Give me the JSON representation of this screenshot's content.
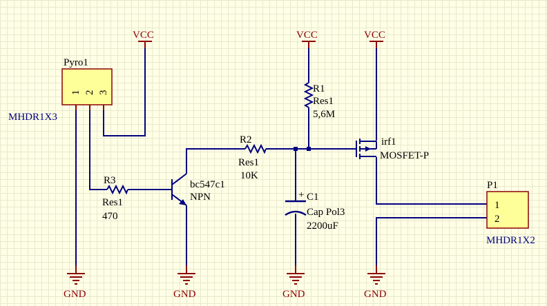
{
  "colors": {
    "background": "#ffffe6",
    "grid": "#e8e8cf",
    "wire": "#000080",
    "power": "#8b0000",
    "label": "#000080",
    "component_body": "#ffff99",
    "component_outline": "#8b0000"
  },
  "power_labels": {
    "vcc_1": "VCC",
    "vcc_2": "VCC",
    "vcc_3": "VCC",
    "gnd_1": "GND",
    "gnd_2": "GND",
    "gnd_3": "GND",
    "gnd_4": "GND"
  },
  "components": {
    "pyro1": {
      "designator": "Pyro1",
      "footprint": "MHDR1X3",
      "pins": [
        "1",
        "2",
        "3"
      ]
    },
    "r1": {
      "designator": "R1",
      "type": "Res1",
      "value": "5,6M"
    },
    "r2": {
      "designator": "R2",
      "type": "Res1",
      "value": "10K"
    },
    "r3": {
      "designator": "R3",
      "type": "Res1",
      "value": "470"
    },
    "q1": {
      "designator": "bc547c1",
      "type": "NPN"
    },
    "c1": {
      "designator": "C1",
      "type": "Cap Pol3",
      "value": "2200uF",
      "polarity": "+"
    },
    "m1": {
      "designator": "irf1",
      "type": "MOSFET-P"
    },
    "p1": {
      "designator": "P1",
      "footprint": "MHDR1X2",
      "pins": [
        "1",
        "2"
      ]
    }
  }
}
